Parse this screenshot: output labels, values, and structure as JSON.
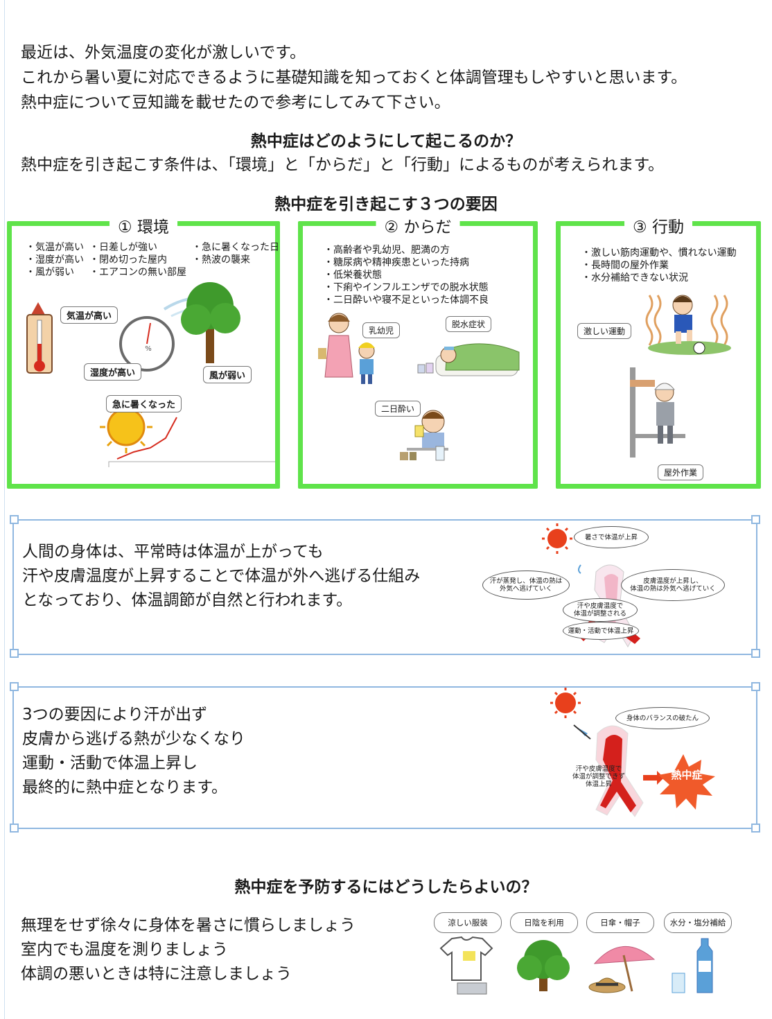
{
  "intro": [
    "最近は、外気温度の変化が激しいです。",
    "これから暑い夏に対応できるように基礎知識を知っておくと体調管理もしやすいと思います。",
    "熱中症について豆知識を載せたので参考にしてみて下さい。"
  ],
  "section1": {
    "heading": "熱中症はどのようにして起こるのか？",
    "lead": "熱中症を引き起こす条件は、「環境」と「からだ」と「行動」によるものが考えられます。"
  },
  "factors": {
    "heading": "熱中症を引き起こす３つの要因",
    "environment": {
      "title": "① 環境",
      "col1": [
        "・気温が高い",
        "・湿度が高い",
        "・風が弱い"
      ],
      "col2": [
        "・日差しが強い",
        "・閉め切った屋内",
        "・エアコンの無い部屋"
      ],
      "col3": [
        "・急に暑くなった日",
        "・熱波の襲来"
      ],
      "labels": {
        "temp": "気温が高い",
        "humidity": "湿度が高い",
        "wind": "風が弱い",
        "sudden": "急に暑くなった"
      }
    },
    "body": {
      "title": "② からだ",
      "items": [
        "・高齢者や乳幼児、肥満の方",
        "・糖尿病や精神疾患といった持病",
        "・低栄養状態",
        "・下痢やインフルエンザでの脱水状態",
        "・二日酔いや寝不足といった体調不良"
      ],
      "labels": {
        "infant": "乳幼児",
        "dehydration": "脱水症状",
        "hangover": "二日酔い"
      }
    },
    "action": {
      "title": "③ 行動",
      "items": [
        "・激しい筋肉運動や、慣れない運動",
        "・長時間の屋外作業",
        "・水分補給できない状況"
      ],
      "labels": {
        "exercise": "激しい運動",
        "outdoor": "屋外作業"
      }
    }
  },
  "normal": {
    "lines": [
      "人間の身体は、平常時は体温が上がっても",
      "汗や皮膚温度が上昇することで体温が外へ逃げる仕組み",
      "となっており、体温調節が自然と行われます。"
    ],
    "diagram": {
      "hot": "暑さで体温が上昇",
      "sweat": [
        "汗が蒸発し、体温の熱は",
        "外気へ逃げていく"
      ],
      "skin": [
        "皮膚温度が上昇し、",
        "体温の熱は外気へ逃げていく"
      ],
      "adjust": [
        "汗や皮膚温度で",
        "体温が調整される"
      ],
      "exercise": "運動・活動で体温上昇"
    }
  },
  "abnormal": {
    "lines": [
      "3つの要因により汗が出ず",
      "皮膚から逃げる熱が少なくなり",
      "運動・活動で体温上昇し",
      "最終的に熱中症となります。"
    ],
    "diagram": {
      "balance": "身体のバランスの破たん",
      "fail": [
        "汗や皮膚温度で",
        "体温が調整できず",
        "体温上昇"
      ],
      "result": "熱中症"
    }
  },
  "prevention": {
    "heading": "熱中症を予防するにはどうしたらよいの？",
    "lines": [
      "無理をせず徐々に身体を暑さに慣らしましょう",
      "室内でも温度を測りましょう",
      "体調の悪いときは特に注意しましょう"
    ],
    "tips": [
      "涼しい服装",
      "日陰を利用",
      "日傘・帽子",
      "水分・塩分補給"
    ]
  },
  "colors": {
    "green_frame": "#5fe34a",
    "blue_frame": "#8fb7e0",
    "sun": "#e8401c",
    "body_red": "#d4201c"
  }
}
